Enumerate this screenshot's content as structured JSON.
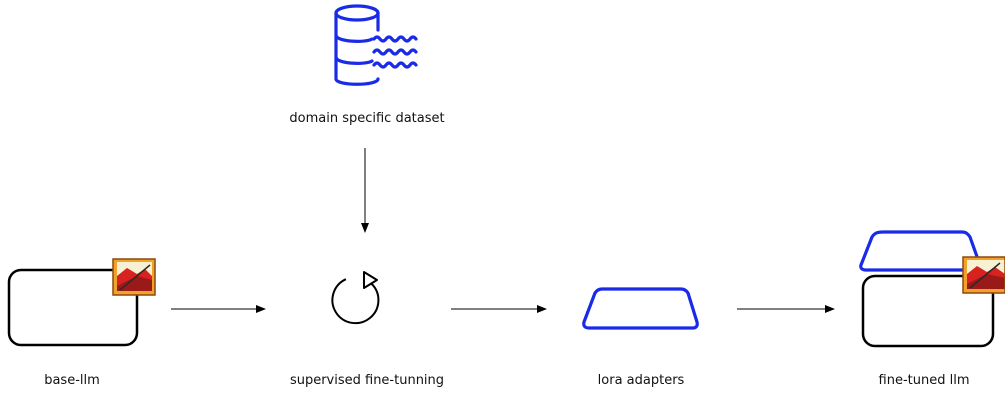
{
  "nodes": {
    "dataset": {
      "label": "domain specific dataset",
      "icon": "database-icon"
    },
    "base_llm": {
      "label": "base-llm",
      "icon": "image-icon"
    },
    "sft": {
      "label": "supervised fine-tunning",
      "icon": "rotate-arrow-icon"
    },
    "lora": {
      "label": "lora adapters",
      "icon": "trapezoid-shape"
    },
    "finetuned": {
      "label": "fine-tuned llm",
      "icon": "image-icon"
    }
  },
  "colors": {
    "line": "#000000",
    "accent_blue": "#1a2be8",
    "icon_orange": "#f2a12a",
    "icon_red": "#d8221f"
  }
}
